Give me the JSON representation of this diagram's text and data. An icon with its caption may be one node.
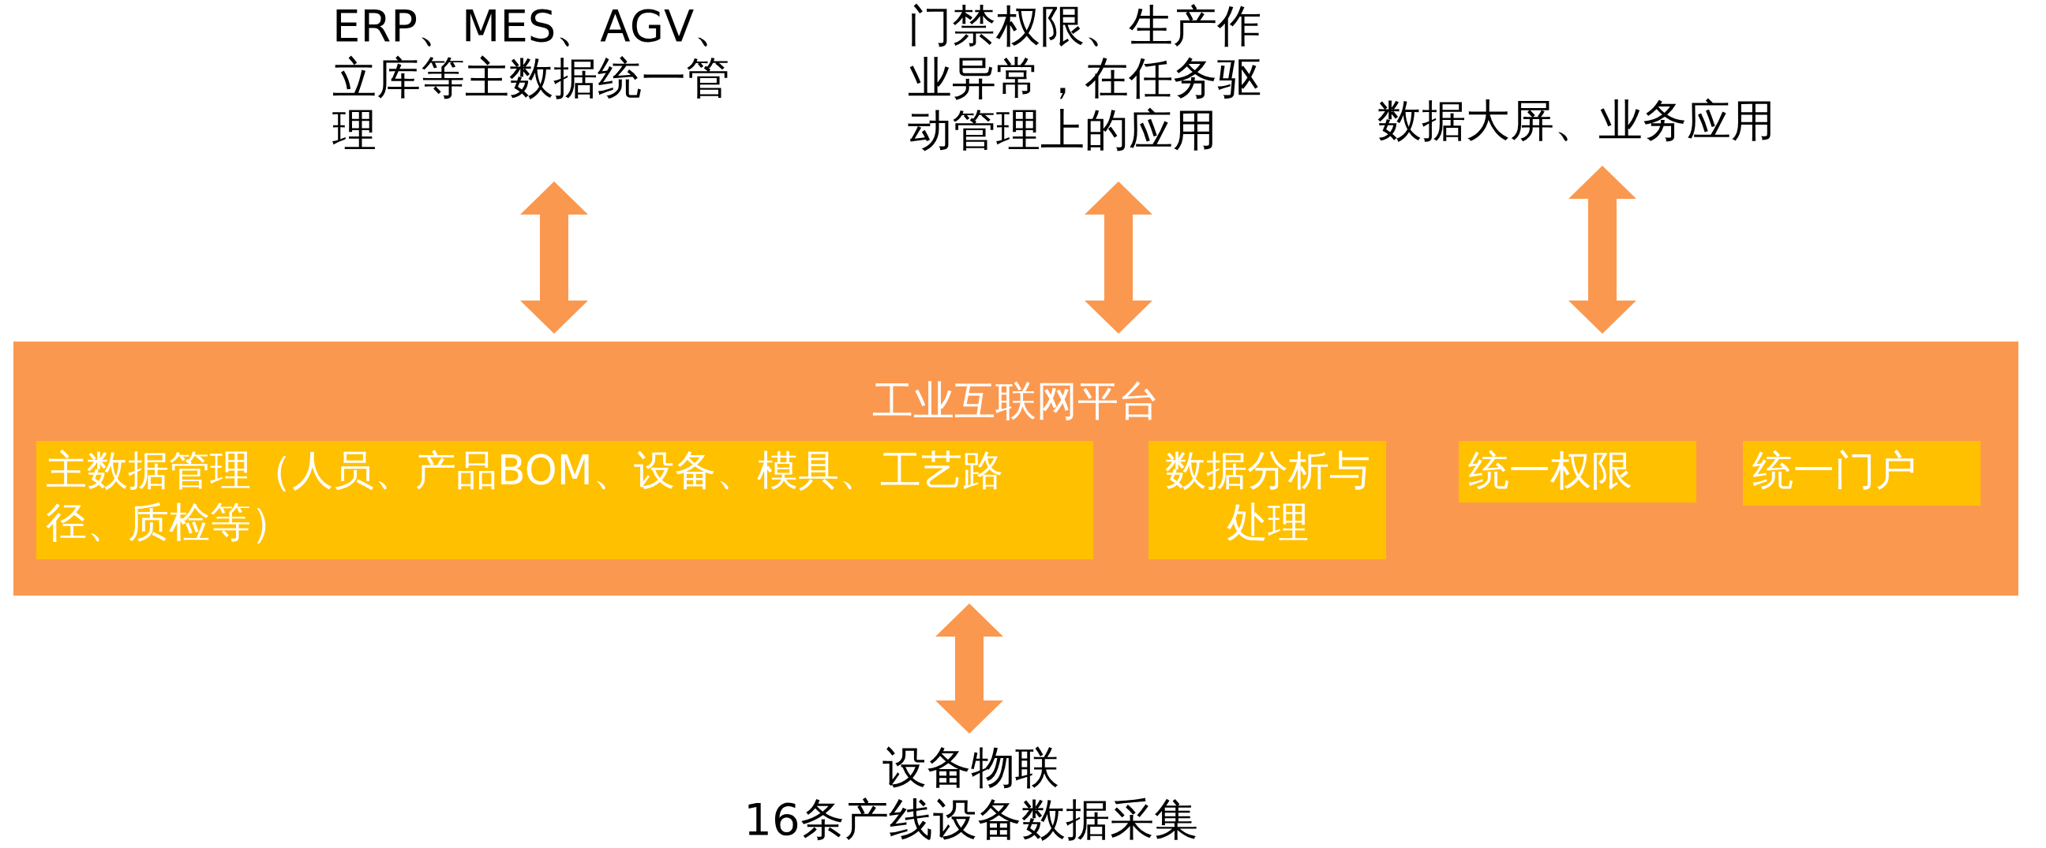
{
  "diagram": {
    "nodes": [
      {
        "text": [
          "工业互联网平台"
        ]
      },
      {
        "text": [
          "主数据管理（人员、产品BOM、设备、模具、工艺路径、质检等）"
        ],
        "in": 0
      },
      {
        "text": [
          "数据分析与处理"
        ],
        "in": 0
      },
      {
        "text": [
          "统一权限"
        ],
        "in": 0
      },
      {
        "text": [
          "统一门户"
        ],
        "in": 0
      },
      {
        "text": [
          "ERP、MES、AGV、立库等主数据统一管理"
        ]
      },
      {
        "text": [
          "门禁权限、生产作业异常，在任务驱动管理上的应用"
        ]
      },
      {
        "text": [
          "数据大屏、业务应用"
        ]
      },
      {
        "text": [
          "设备物联",
          "16条产线设备数据采集"
        ]
      }
    ],
    "edges": [
      {
        "from": 5,
        "to": 0,
        "arrow": "both"
      },
      {
        "from": 6,
        "to": 0,
        "arrow": "both"
      },
      {
        "from": 7,
        "to": 0,
        "arrow": "both"
      },
      {
        "from": 0,
        "to": 8,
        "arrow": "both"
      }
    ]
  }
}
